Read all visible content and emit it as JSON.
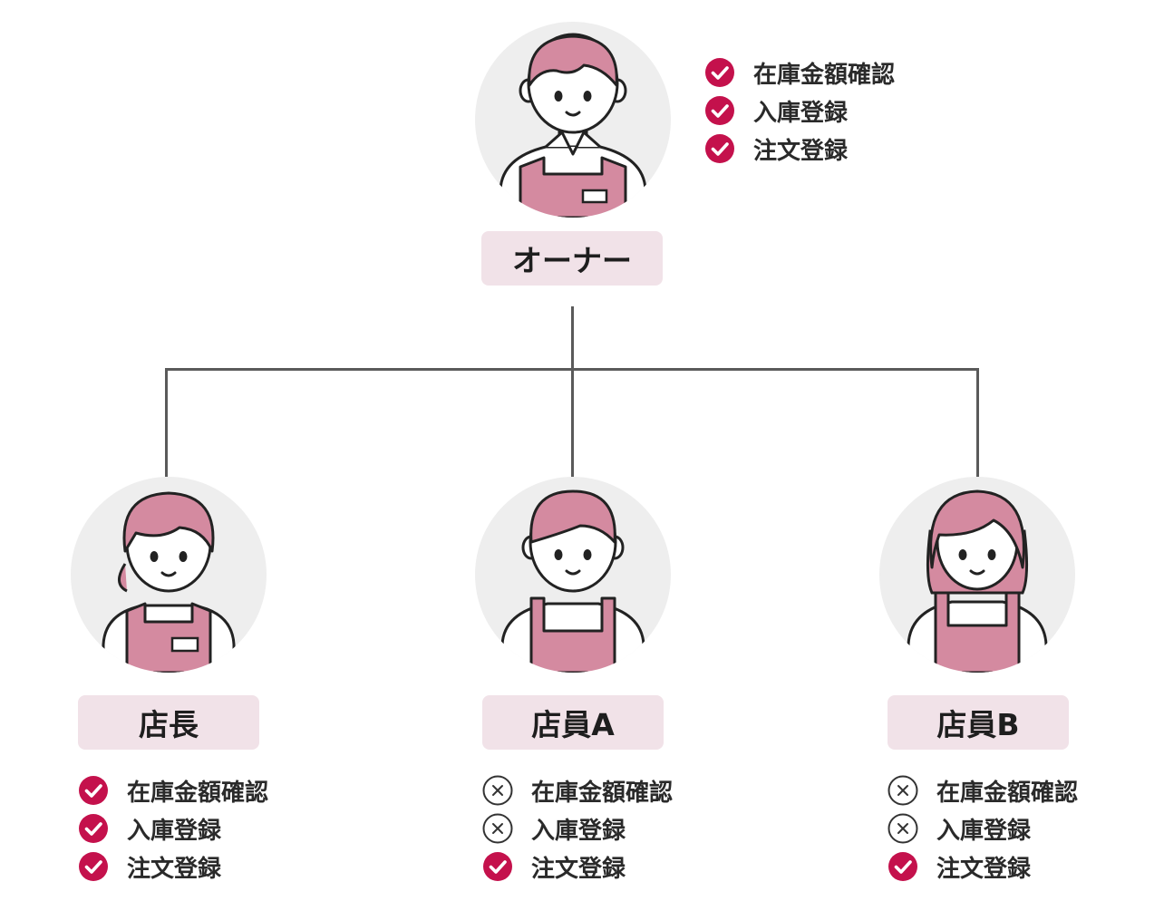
{
  "colors": {
    "accent": "#c4114c",
    "role_label_bg": "#f1e2e8",
    "apron": "#d48aa0",
    "avatar_bg": "#eeeeee",
    "connector": "#5a5a5a",
    "denied_icon": "#333333"
  },
  "nodes": {
    "owner": {
      "label": "オーナー",
      "permissions": [
        {
          "text": "在庫金額確認",
          "allowed": true,
          "icon": "check-circle-icon"
        },
        {
          "text": "入庫登録",
          "allowed": true,
          "icon": "check-circle-icon"
        },
        {
          "text": "注文登録",
          "allowed": true,
          "icon": "check-circle-icon"
        }
      ]
    },
    "manager": {
      "label": "店長",
      "permissions": [
        {
          "text": "在庫金額確認",
          "allowed": true,
          "icon": "check-circle-icon"
        },
        {
          "text": "入庫登録",
          "allowed": true,
          "icon": "check-circle-icon"
        },
        {
          "text": "注文登録",
          "allowed": true,
          "icon": "check-circle-icon"
        }
      ]
    },
    "staff_a": {
      "label": "店員A",
      "permissions": [
        {
          "text": "在庫金額確認",
          "allowed": false,
          "icon": "x-circle-icon"
        },
        {
          "text": "入庫登録",
          "allowed": false,
          "icon": "x-circle-icon"
        },
        {
          "text": "注文登録",
          "allowed": true,
          "icon": "check-circle-icon"
        }
      ]
    },
    "staff_b": {
      "label": "店員B",
      "permissions": [
        {
          "text": "在庫金額確認",
          "allowed": false,
          "icon": "x-circle-icon"
        },
        {
          "text": "入庫登録",
          "allowed": false,
          "icon": "x-circle-icon"
        },
        {
          "text": "注文登録",
          "allowed": true,
          "icon": "check-circle-icon"
        }
      ]
    }
  }
}
